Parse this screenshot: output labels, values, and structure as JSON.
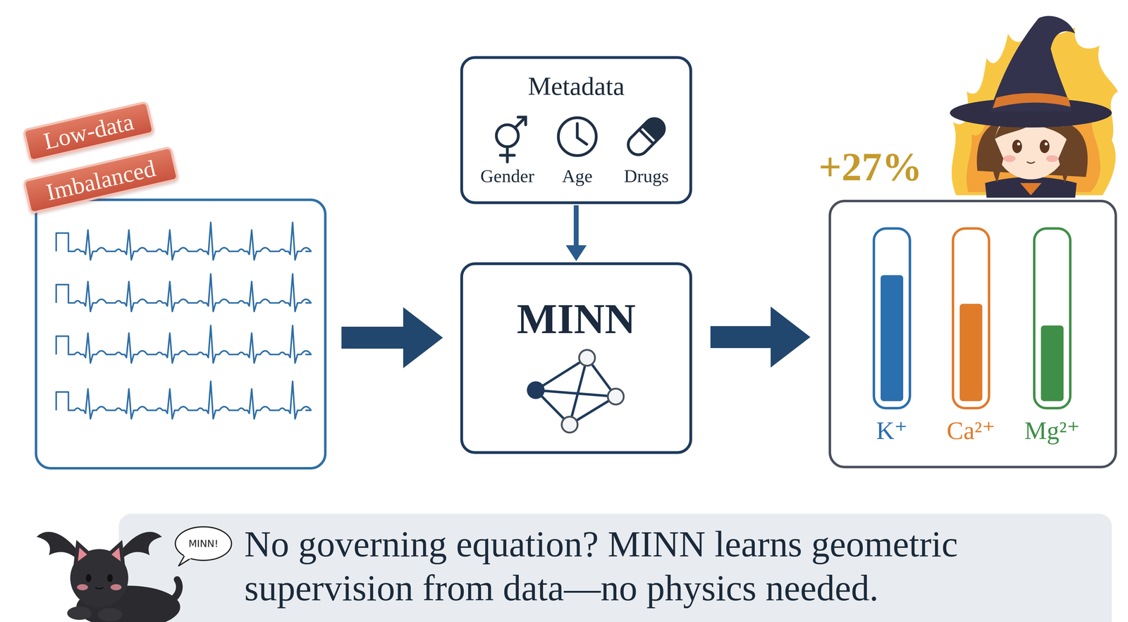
{
  "diagram": {
    "caption": "No governing equation? MINN learns geometric supervision from data—no physics needed.",
    "nodes": [
      {
        "text": [
          "Low-data"
        ]
      },
      {
        "text": [
          "Imbalanced"
        ]
      },
      {
        "text": [
          "Metadata",
          "Gender",
          "Age",
          "Drugs"
        ]
      },
      {
        "text": [
          "MINN"
        ]
      },
      {
        "text": [
          "K⁺",
          "Ca²⁺",
          "Mg²⁺"
        ]
      },
      {
        "text": [
          "MINN!"
        ]
      }
    ],
    "edges": [
      {
        "from": 2,
        "to": 3,
        "arrow": "to"
      },
      {
        "from": 3,
        "to": 4,
        "arrow": "to"
      }
    ],
    "labels": [
      "+27%"
    ]
  }
}
